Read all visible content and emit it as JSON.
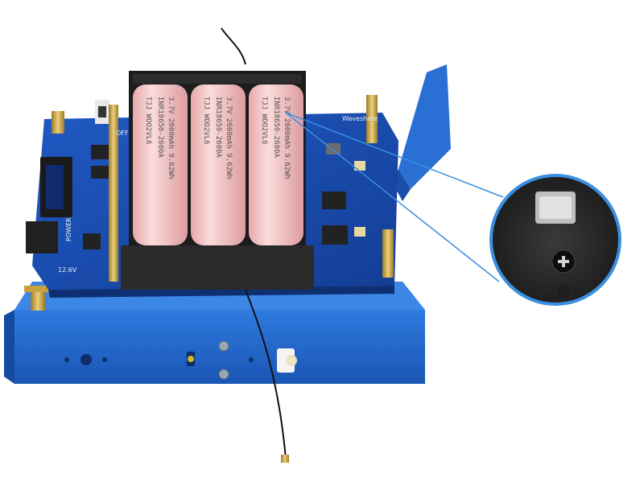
{
  "scene": {
    "subject": "18650 battery UPS expansion board mounted on blue metal case",
    "colors": {
      "background": "#ffffff",
      "case_blue": "#1e63c9",
      "pcb_blue": "#1747a8",
      "battery_pink": "#f3c3c4",
      "holder_black": "#1c1c1c",
      "brass": "#c9a64a",
      "callout_ring": "#3a8fe0"
    }
  },
  "labels": {
    "power": "POWER",
    "voltage": "12.6V",
    "switch_off": "OFF",
    "brand": "Waveshare"
  },
  "batteries": [
    {
      "line1": "TJJ WOO2VL6",
      "line2": "INR18650-2600A",
      "line3": "3.7V 2600mAh 9.62Wh"
    },
    {
      "line1": "TJJ WOO2VL6",
      "line2": "INR18650-2600A",
      "line3": "3.7V 2600mAh 9.62Wh"
    },
    {
      "line1": "TJJ WOO2VL6",
      "line2": "INR18650-2600A",
      "line3": "3.7V 2600mAh 9.62Wh"
    }
  ],
  "callout": {
    "description": "magnified view of battery holder terminal and screw"
  }
}
